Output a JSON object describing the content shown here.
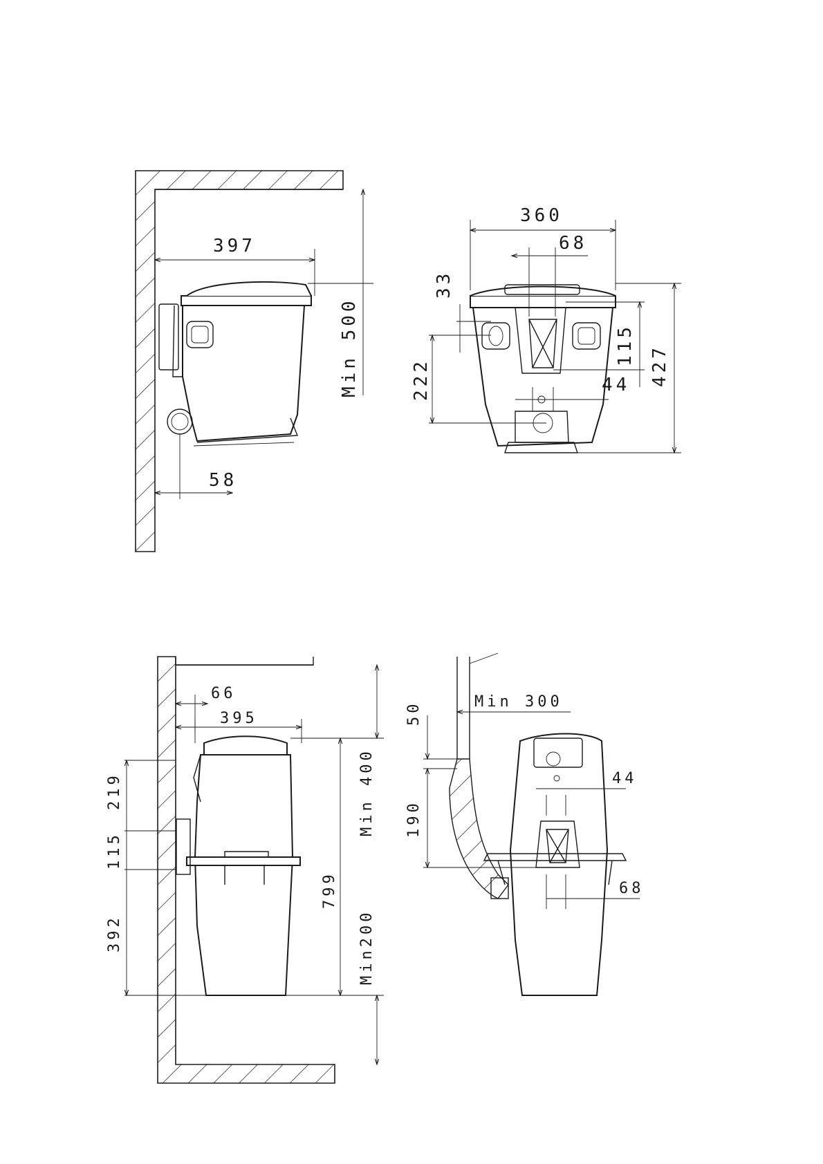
{
  "views": {
    "top_left": {
      "width": "397",
      "min_clearance": "Min 500",
      "wall_offset": "58"
    },
    "top_right": {
      "width": "360",
      "center_width": "68",
      "offset_a": "33",
      "offset_b": "115",
      "height_222": "222",
      "small_44": "44",
      "total_height": "427"
    },
    "bottom_left": {
      "offset_66": "66",
      "width_395": "395",
      "dim_219": "219",
      "dim_115": "115",
      "dim_392": "392",
      "min_top": "Min 400",
      "height_799": "799",
      "min_bottom": "Min200"
    },
    "bottom_right": {
      "dim_50": "50",
      "min_side": "Min 300",
      "dim_44": "44",
      "dim_190": "190",
      "dim_68": "68"
    }
  }
}
